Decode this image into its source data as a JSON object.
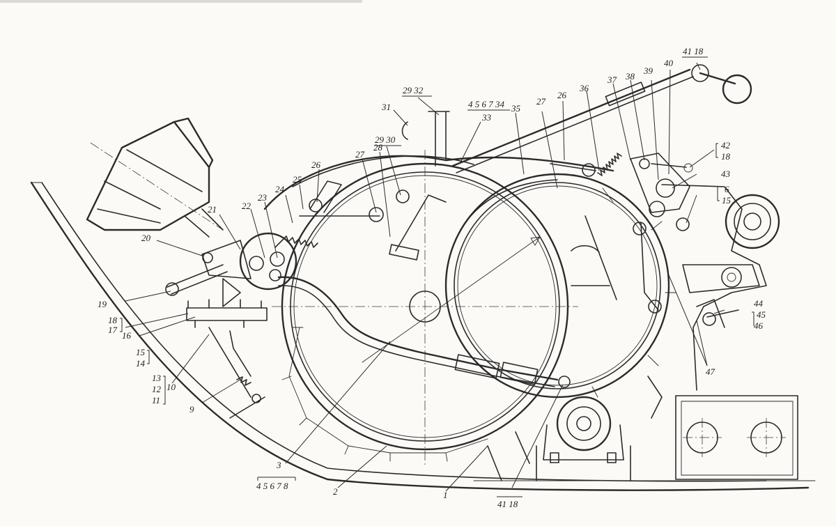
{
  "labels": {
    "l1": "1",
    "l2": "2",
    "l3": "3",
    "l3sub": "4 5 6 7 8",
    "l9": "9",
    "l10": "10",
    "l11": "11",
    "l12": "12",
    "l13": "13",
    "l14": "14",
    "l15": "15",
    "l16": "16",
    "l17": "17",
    "l18": "18",
    "l19": "19",
    "l20": "20",
    "l21": "21",
    "l22": "22",
    "l23": "23",
    "l24": "24",
    "l25": "25",
    "l26a": "26",
    "l26b": "26",
    "l27a": "27",
    "l27b": "27",
    "l28": "28",
    "l29a": "29 30",
    "l29b": "29 32",
    "l31": "31",
    "l33top": "4 5 6 7 34",
    "l33": "33",
    "l35": "35",
    "l36": "36",
    "l37": "37",
    "l38": "38",
    "l39": "39",
    "l40": "40",
    "l4118top": "41 18",
    "l4218a": "42",
    "l4218b": "18",
    "l43": "43",
    "l615a": "6",
    "l615b": "15",
    "l44": "44",
    "l45": "45",
    "l46": "46",
    "l47": "47",
    "l4118bot": "41 18"
  }
}
